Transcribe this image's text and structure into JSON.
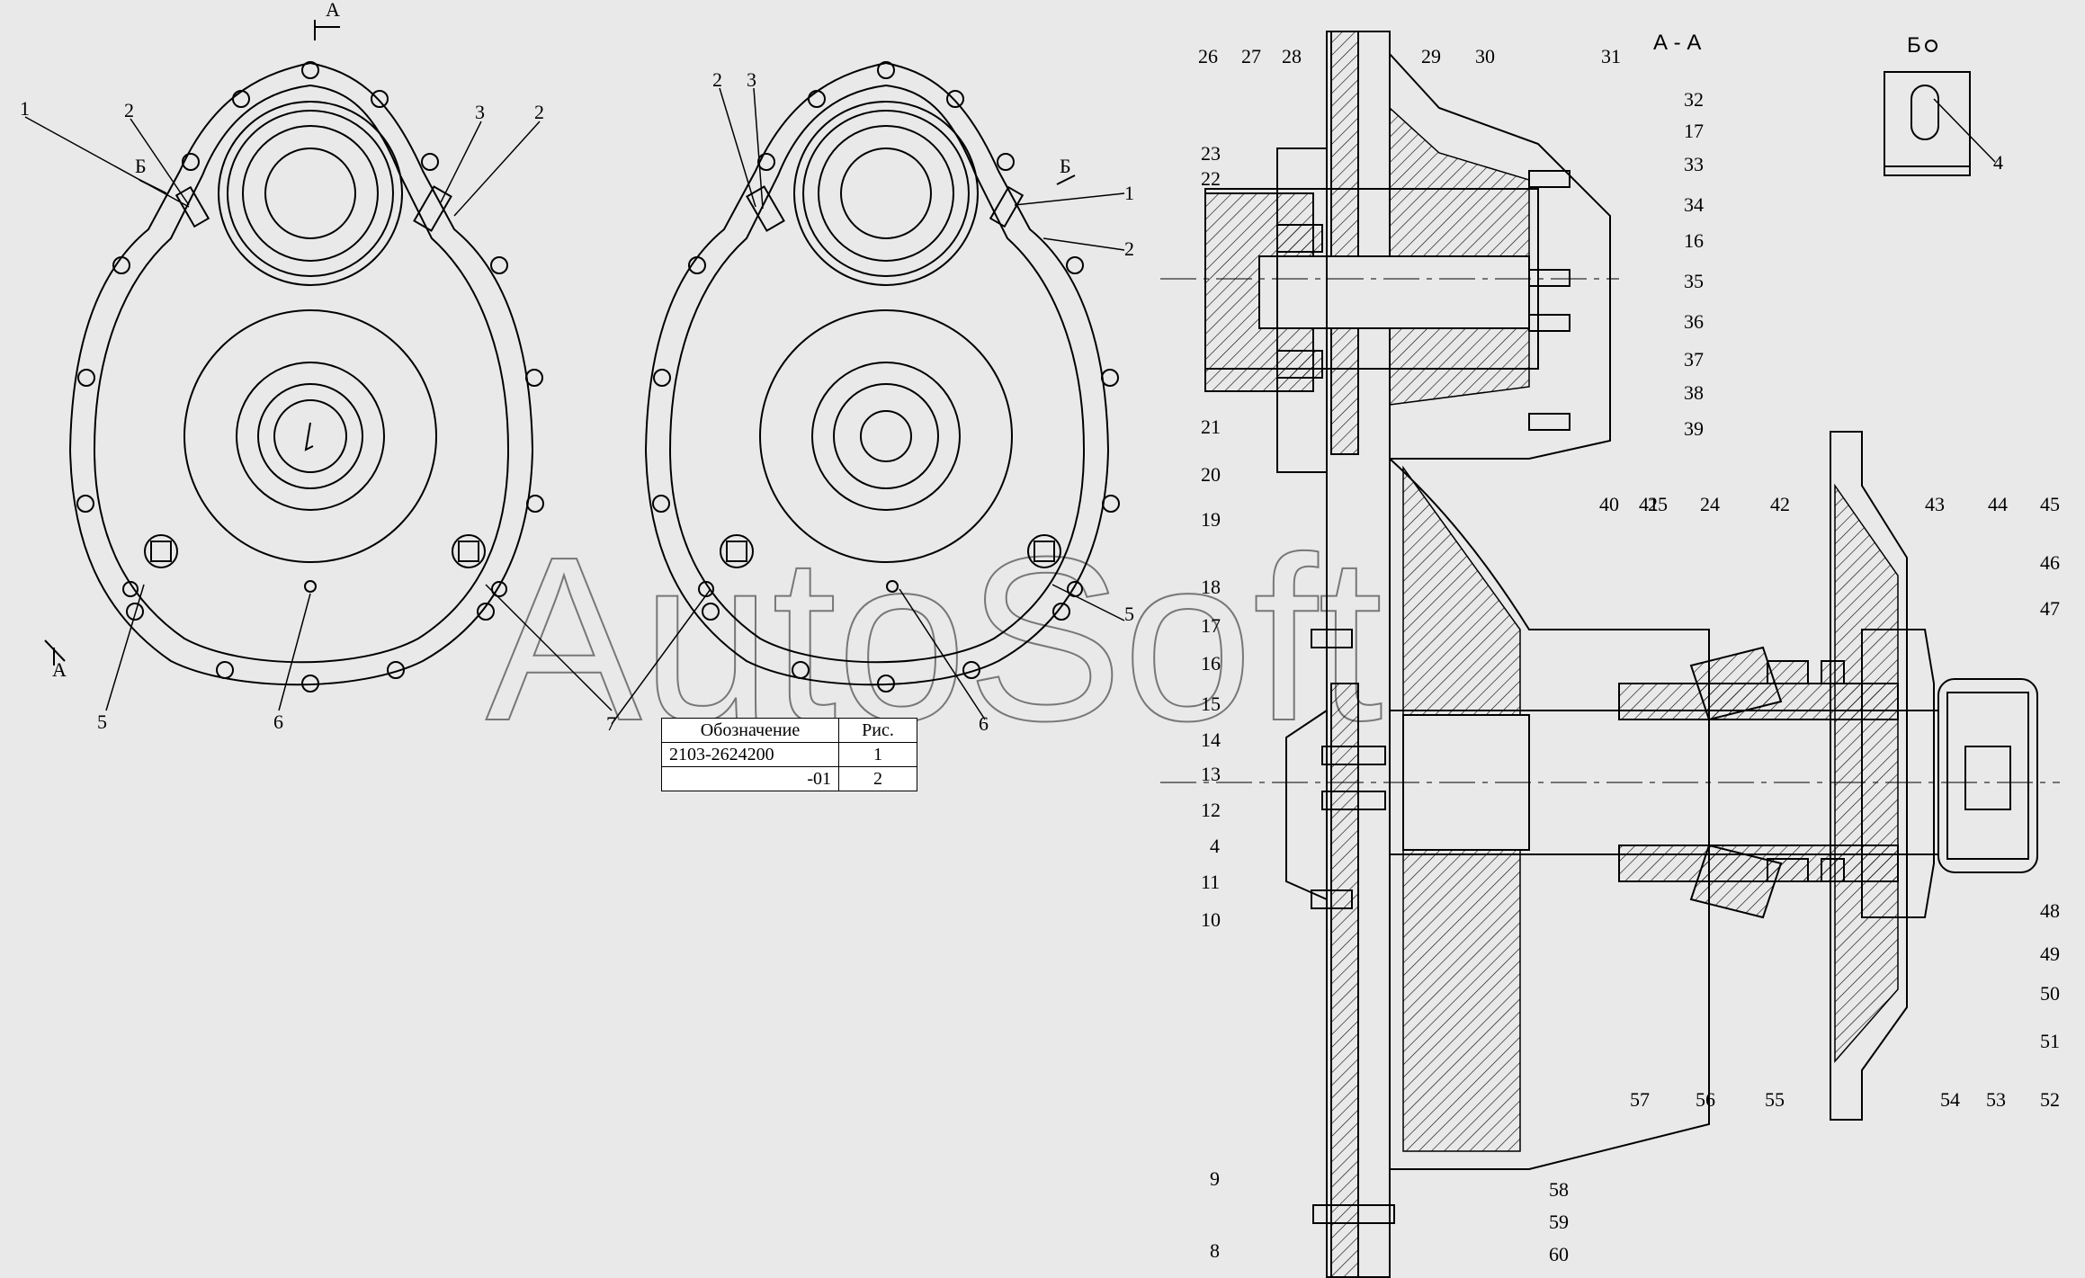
{
  "section_title": "А - А",
  "view_title": "Б",
  "cut_marks": {
    "section": "А",
    "view": "Б"
  },
  "watermark": "AutoSoft",
  "colors": {
    "line": "#000000",
    "background": "#e9e9e9",
    "hatch": "#000000"
  },
  "table": {
    "headers": [
      "Обозначение",
      "Рис."
    ],
    "rows": [
      {
        "designation": "2103-2624200",
        "fig": "1"
      },
      {
        "designation": "-01",
        "fig": "2"
      }
    ]
  },
  "fig1_callouts": [
    "1",
    "2",
    "3",
    "2",
    "5",
    "6",
    "7"
  ],
  "fig2_callouts": [
    "2",
    "3",
    "1",
    "2",
    "5",
    "6",
    "7"
  ],
  "section_callouts": [
    "26",
    "27",
    "28",
    "29",
    "30",
    "31",
    "32",
    "17",
    "33",
    "34",
    "16",
    "35",
    "36",
    "37",
    "38",
    "39",
    "25",
    "24",
    "23",
    "22",
    "21",
    "20",
    "19",
    "18",
    "17",
    "16",
    "15",
    "14",
    "13",
    "12",
    "4",
    "11",
    "10",
    "9",
    "8",
    "60",
    "59",
    "58",
    "57",
    "56",
    "55",
    "54",
    "53",
    "52",
    "51",
    "50",
    "49",
    "48",
    "47",
    "46",
    "45",
    "44",
    "43",
    "42",
    "41",
    "40",
    "25",
    "24"
  ],
  "view_callouts": [
    "4"
  ]
}
